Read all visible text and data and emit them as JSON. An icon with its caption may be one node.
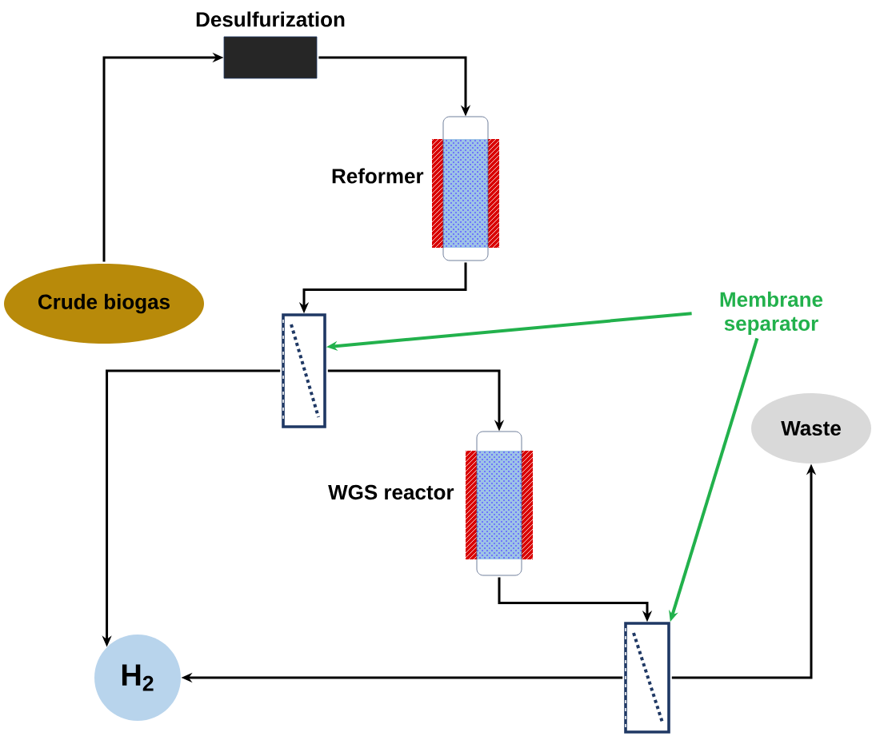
{
  "diagram": {
    "nodes": [
      {
        "text": [
          "Crude biogas"
        ]
      },
      {
        "text": [
          "Desulfurization"
        ]
      },
      {
        "text": [
          "Reformer"
        ]
      },
      {
        "text": [],
        "shape": "box"
      },
      {
        "text": [
          "WGS reactor"
        ]
      },
      {
        "text": [],
        "shape": "box"
      },
      {
        "text": [
          "Waste"
        ]
      },
      {
        "text": [
          "H$_{2}$"
        ]
      },
      {
        "text": [
          "Membrane separator"
        ]
      }
    ],
    "edges": [
      {
        "from": 0,
        "to": 1,
        "arrow": "to"
      },
      {
        "from": 1,
        "to": 2,
        "arrow": "to"
      },
      {
        "from": 2,
        "to": 3,
        "arrow": "to"
      },
      {
        "from": 3,
        "to": 7,
        "arrow": "to"
      },
      {
        "from": 3,
        "to": 4,
        "arrow": "to"
      },
      {
        "from": 4,
        "to": 5,
        "arrow": "to"
      },
      {
        "from": 5,
        "to": 6,
        "arrow": "to"
      },
      {
        "from": 5,
        "to": 7,
        "arrow": "to"
      },
      {
        "from": 8,
        "to": 3,
        "arrow": "to",
        "color": "#22b14c"
      },
      {
        "from": 8,
        "to": 5,
        "arrow": "to",
        "color": "#22b14c"
      }
    ]
  }
}
